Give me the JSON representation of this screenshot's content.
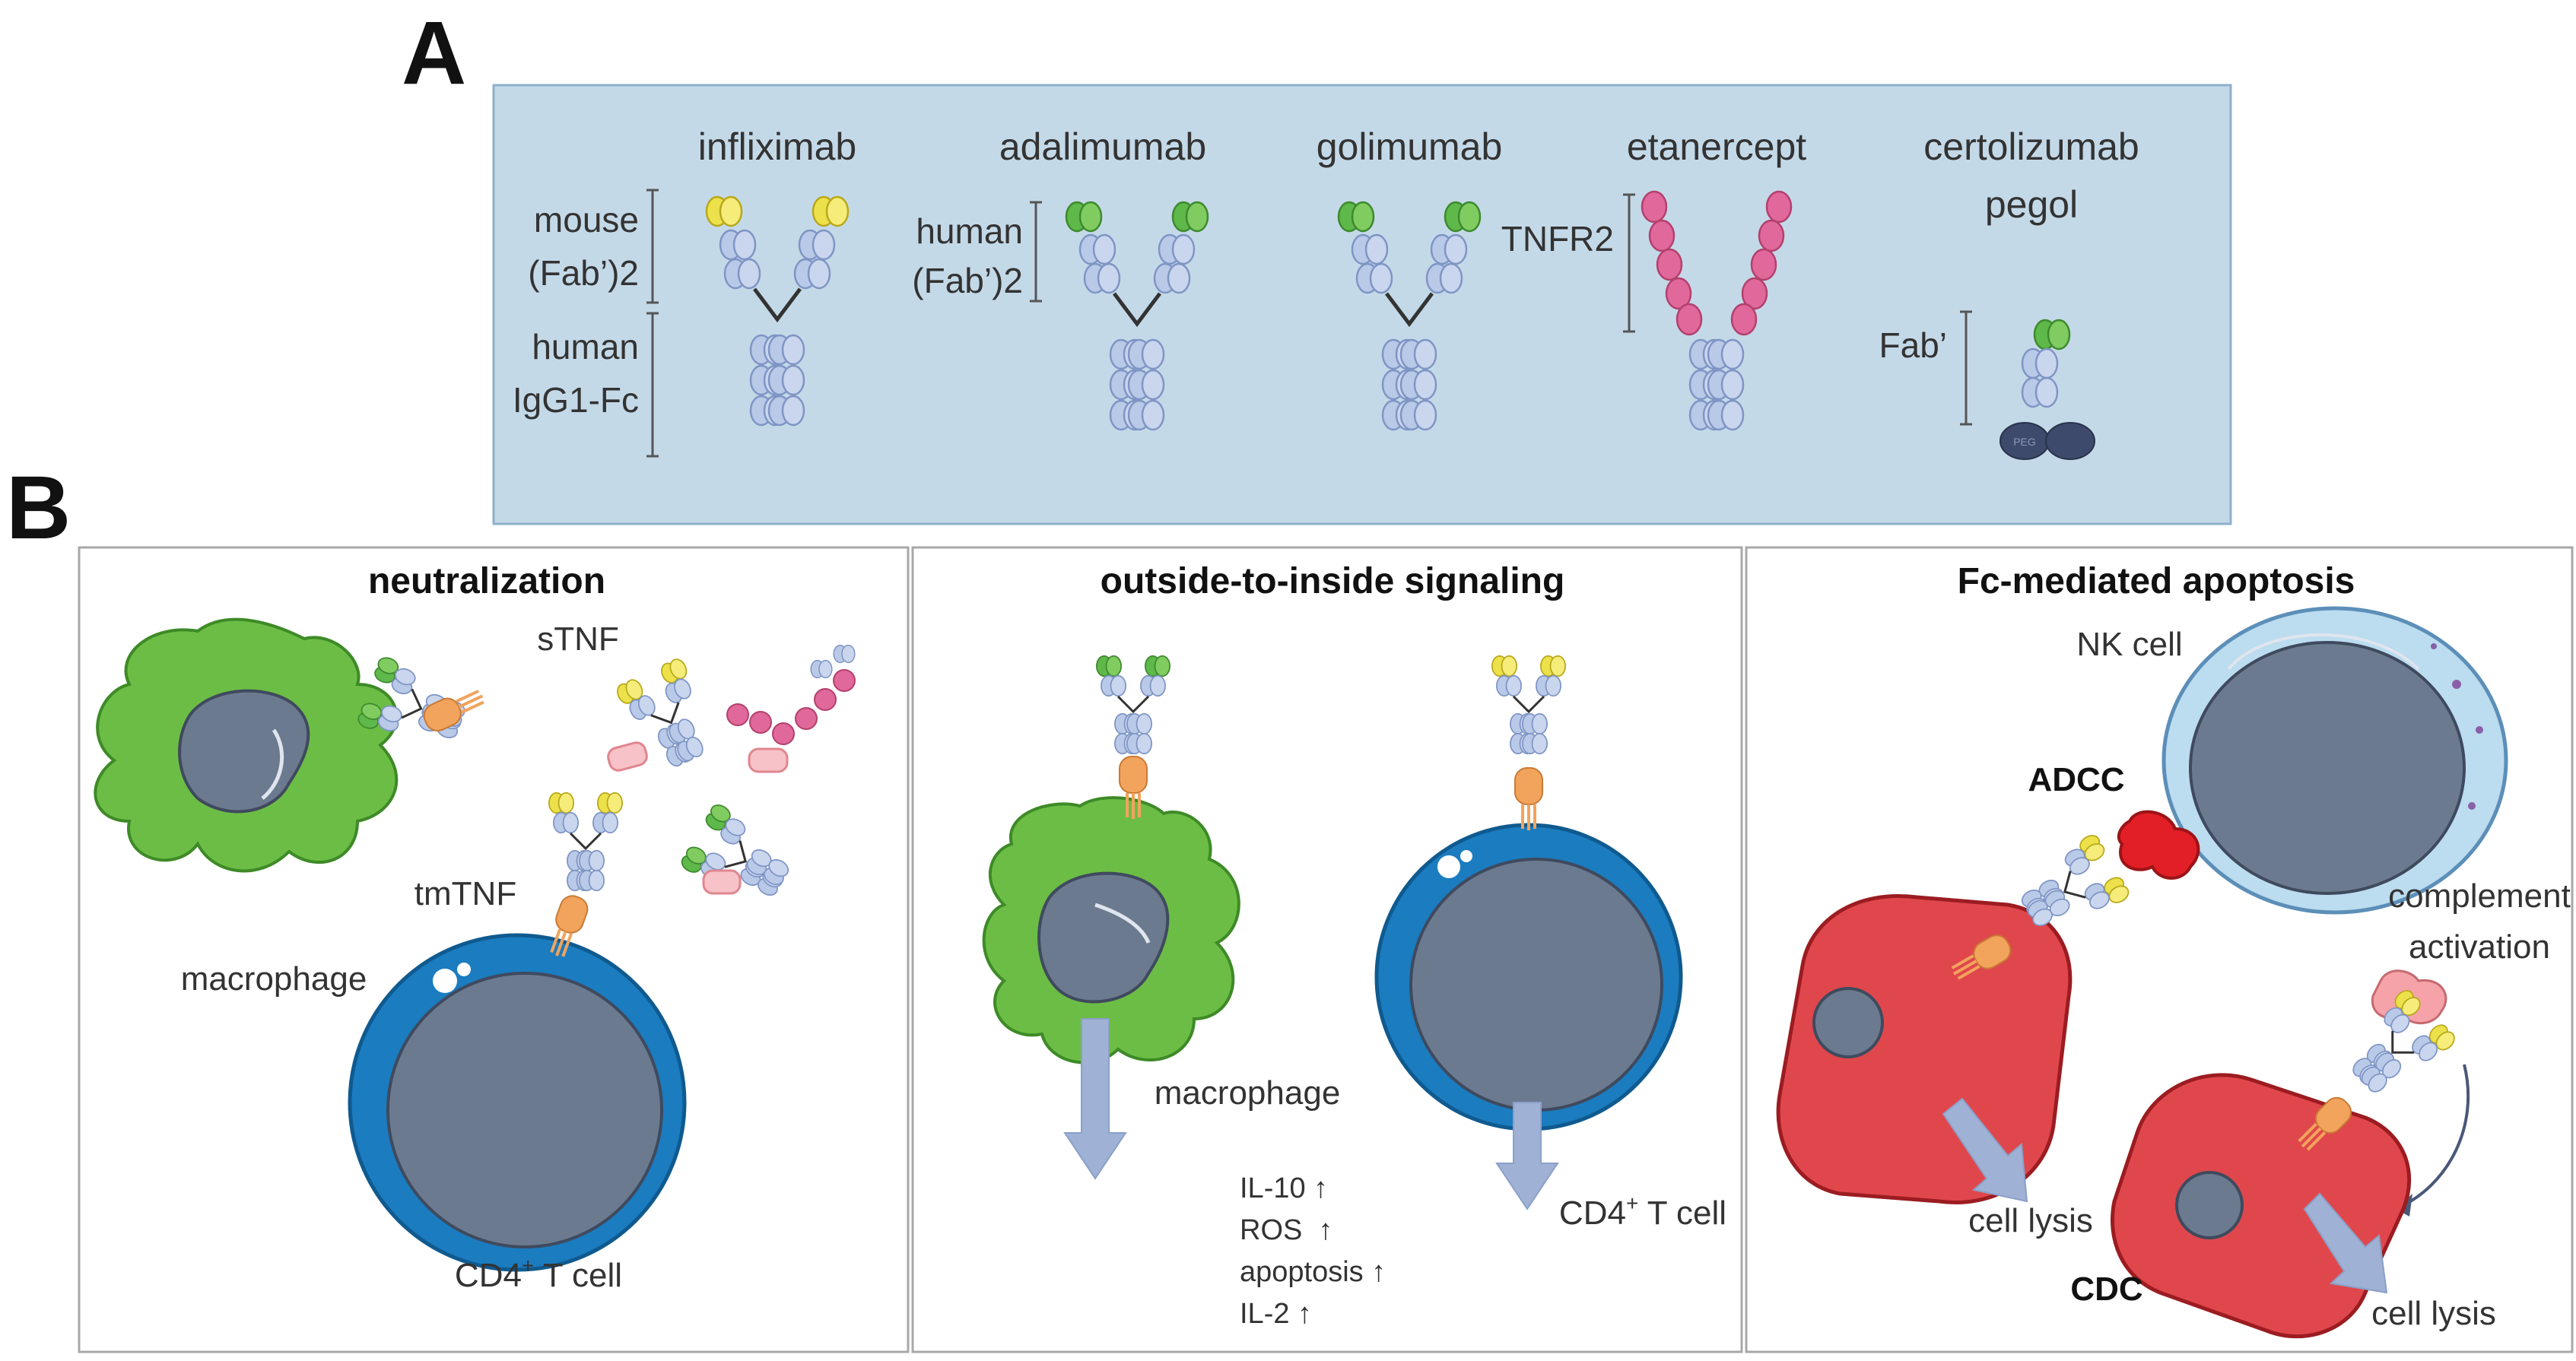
{
  "panel_a": {
    "letter": "A",
    "drugs": {
      "infliximab": "infliximab",
      "adalimumab": "adalimumab",
      "golimumab": "golimumab",
      "etanercept": "etanercept",
      "certolizumab_1": "certolizumab",
      "certolizumab_2": "pegol"
    },
    "labels": {
      "mouse": "mouse",
      "fab2_a": "(Fab’)2",
      "human_a": "human",
      "igg1": "IgG1-Fc",
      "human_b": "human",
      "fab2_b": "(Fab’)2",
      "tnfr2": "TNFR2",
      "fab": "Fab’",
      "peg": "PEG"
    }
  },
  "panel_b": {
    "letter": "B",
    "sub1": {
      "title": "neutralization",
      "stnf": "sTNF",
      "tmtnf": "tmTNF",
      "macrophage": "macrophage",
      "tcell_main": "CD4",
      "tcell_sup": "+",
      "tcell_rest": " T cell"
    },
    "sub2": {
      "title": "outside-to-inside signaling",
      "macrophage": "macrophage",
      "tcell_main": "CD4",
      "tcell_sup": "+",
      "tcell_rest": " T cell",
      "effects": [
        "IL-10 ↑",
        "ROS  ↑",
        "apoptosis ↑",
        "IL-2 ↑"
      ]
    },
    "sub3": {
      "title": "Fc-mediated apoptosis",
      "nk": "NK cell",
      "adcc": "ADCC",
      "complement_1": "complement",
      "complement_2": "activation",
      "lysis_1": "cell lysis",
      "lysis_2": "cell lysis",
      "cdc": "CDC"
    }
  },
  "colors": {
    "panel_a_bg": "#c4d9e8",
    "macrophage": "#6cbd45",
    "t_cell": "#1b7cc0",
    "nucleus": "#6c7a90",
    "target_cell": "#e0474c",
    "nk_cell": "#bcdcef",
    "mouse_fab": "#ece14a",
    "human_fab": "#5fb84a",
    "tnfr2": "#e0689a",
    "fc": "#b9c9e8",
    "arrow": "#9fb1d4"
  }
}
